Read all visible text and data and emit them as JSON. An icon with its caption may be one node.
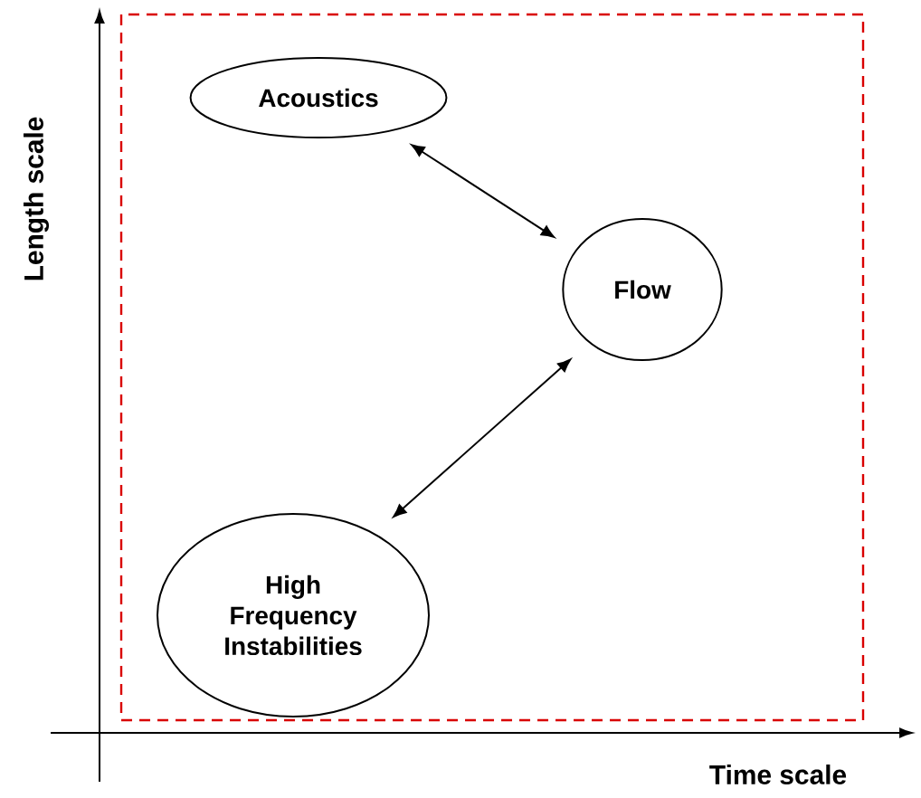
{
  "diagram": {
    "nodes": [
      {
        "text": [
          "Acoustics"
        ]
      },
      {
        "text": [
          "Flow"
        ]
      },
      {
        "text": [
          "High Frequency Instabilities"
        ]
      }
    ],
    "edges": [
      {
        "from": 0,
        "to": 1,
        "arrow": "both"
      },
      {
        "from": 2,
        "to": 1,
        "arrow": "both"
      }
    ],
    "labels": [
      "Length scale",
      "Time scale"
    ]
  }
}
